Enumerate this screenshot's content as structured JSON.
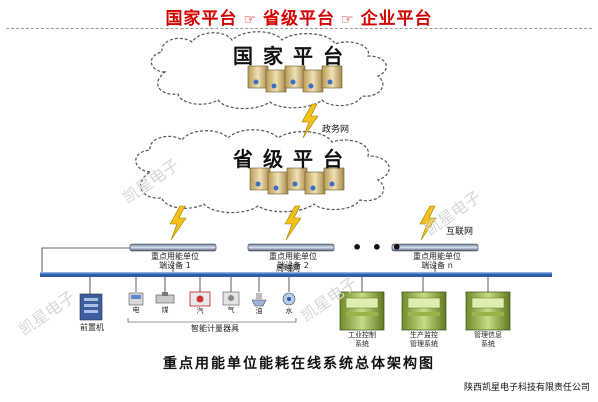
{
  "header": {
    "national": "国家平台",
    "provincial": "省级平台",
    "enterprise": "企业平台",
    "arrow_glyph": "☞"
  },
  "clouds": {
    "national_title": "国家平台",
    "provincial_title": "省级平台"
  },
  "networks": {
    "gov_net": "政务网",
    "internet": "互联网",
    "lan": "局域网"
  },
  "collectors": [
    {
      "line1": "重点用能单位",
      "line2": "端设备 1"
    },
    {
      "line1": "重点用能单位",
      "line2": "端设备 2"
    },
    {
      "line1": "重点用能单位",
      "line2": "端设备 n"
    }
  ],
  "ellipsis": "• • •",
  "left_devices": {
    "gateway": "前置机",
    "meters": [
      "电",
      "煤",
      "汽",
      "气",
      "油",
      "水"
    ],
    "meter_group": "智能计量器具"
  },
  "systems": [
    {
      "line1": "工业控制",
      "line2": "系统"
    },
    {
      "line1": "生产监控",
      "line2": "管理系统"
    },
    {
      "line1": "管理信息",
      "line2": "系统"
    }
  ],
  "caption": "重点用能单位能耗在线系统总体架构图",
  "company": "陕西凯星电子科技有限责任公司",
  "watermark": "凯星电子",
  "colors": {
    "accent_red": "#d40000",
    "lan_blue": "#2f5ea8",
    "lightning": "#f2c21b"
  }
}
